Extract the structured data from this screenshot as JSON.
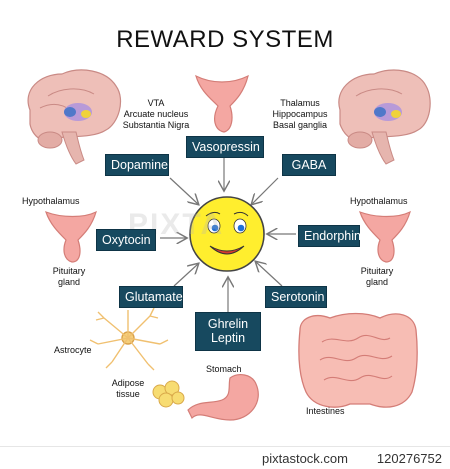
{
  "title": "REWARD SYSTEM",
  "hormones": {
    "dopamine": "Dopamine",
    "vasopressin": "Vasopressin",
    "gaba": "GABA",
    "oxytocin": "Oxytocin",
    "endorphins": "Endorphins",
    "glutamate": "Glutamate",
    "serotonin": "Serotonin",
    "ghrelin_leptin_line1": "Ghrelin",
    "ghrelin_leptin_line2": "Leptin"
  },
  "labels": {
    "dopamine_source_1": "VTA",
    "dopamine_source_2": "Arcuate nucleus",
    "dopamine_source_3": "Substantia Nigra",
    "gaba_source_1": "Thalamus",
    "gaba_source_2": "Hippocampus",
    "gaba_source_3": "Basal ganglia",
    "hypothalamus_left": "Hypothalamus",
    "pituitary_left_1": "Pituitary",
    "pituitary_left_2": "gland",
    "hypothalamus_right": "Hypothalamus",
    "pituitary_right_1": "Pituitary",
    "pituitary_right_2": "gland",
    "astrocyte": "Astrocyte",
    "adipose_1": "Adipose",
    "adipose_2": "tissue",
    "stomach": "Stomach",
    "intestines": "Intestines"
  },
  "footer": {
    "brand": "pixtastock.com",
    "id": "120276752"
  },
  "colors": {
    "box_fill": "#17495f",
    "smiley_fill": "#ffee2e",
    "pink_tissue": "#f4a7a2",
    "brain": "#eebfb8"
  }
}
